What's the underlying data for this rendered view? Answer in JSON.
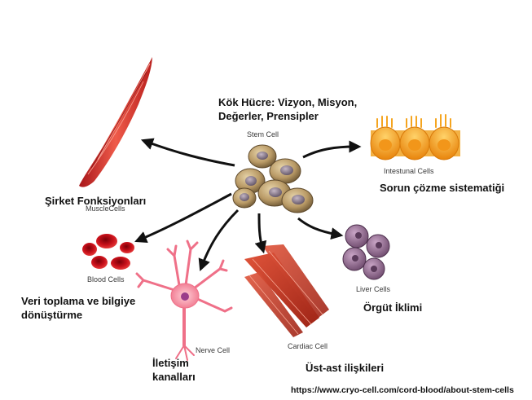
{
  "stem": {
    "caption": "Stem Cell",
    "label_lines": [
      "Kök Hücre: Vizyon, Misyon,",
      "Değerler, Prensipler"
    ]
  },
  "muscle": {
    "caption": "MuscleCells",
    "label": "Şirket Fonksiyonları"
  },
  "intestinal": {
    "caption": "Intestunal Cells",
    "label": "Sorun çözme sistematiği"
  },
  "blood": {
    "caption": "Blood Cells",
    "label_lines": [
      "Veri toplama ve bilgiye",
      "dönüştürme"
    ]
  },
  "liver": {
    "caption": "Liver Cells",
    "label": "Örgüt İklimi"
  },
  "nerve": {
    "caption": "Nerve Cell",
    "label_lines": [
      "İletişim",
      "kanalları"
    ]
  },
  "cardiac": {
    "caption": "Cardiac Cell",
    "label": "Üst-ast ilişkileri"
  },
  "source_url": "https://www.cryo-cell.com/cord-blood/about-stem-cells",
  "colors": {
    "stem": "#a88d62",
    "stem_nucleus": "#8c7c8f",
    "muscle": "#d93a2e",
    "intestinal": "#f5a51f",
    "blood": "#c8101a",
    "liver": "#8e6a8e",
    "nerve": "#f07f94",
    "cardiac": "#c43a24",
    "arrow": "#111111"
  }
}
